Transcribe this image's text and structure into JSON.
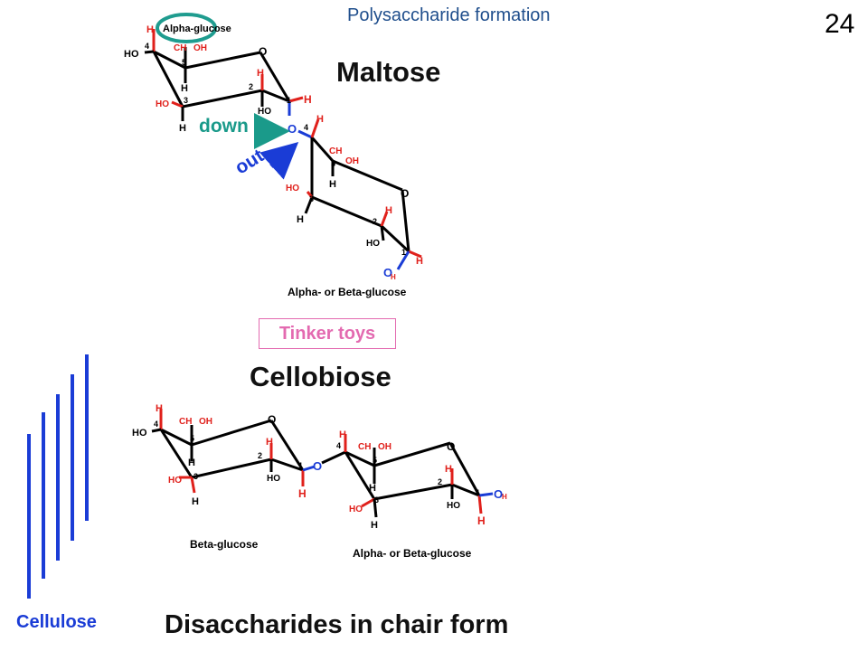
{
  "header": {
    "title": "Polysaccharide formation",
    "page_number": "24"
  },
  "titles": {
    "maltose": "Maltose",
    "cellobiose": "Cellobiose",
    "disaccharides": "Disaccharides in chair form"
  },
  "labels": {
    "down": "down",
    "out": "out",
    "tinker": "Tinker toys",
    "cellulose": "Cellulose"
  },
  "captions": {
    "alpha_glucose": "Alpha-glucose",
    "alpha_or_beta_1": "Alpha- or Beta-glucose",
    "beta_glucose": "Beta-glucose",
    "alpha_or_beta_2": "Alpha- or Beta-glucose"
  },
  "atoms": {
    "H": "H",
    "HO": "HO",
    "O": "O",
    "CH": "CH",
    "OH": "OH",
    "n1": "1",
    "n2": "2",
    "n3": "3",
    "n4": "4",
    "n5": "5"
  },
  "colors": {
    "header": "#1f4e8c",
    "down": "#1a9a8a",
    "out": "#1a3cd6",
    "tinker": "#e36ab0",
    "cellulose_bars": "#1a3cd6",
    "hydrogen": "#e0201b",
    "oxygen": "#1a3cd6",
    "circle": "#1f9c8f"
  }
}
